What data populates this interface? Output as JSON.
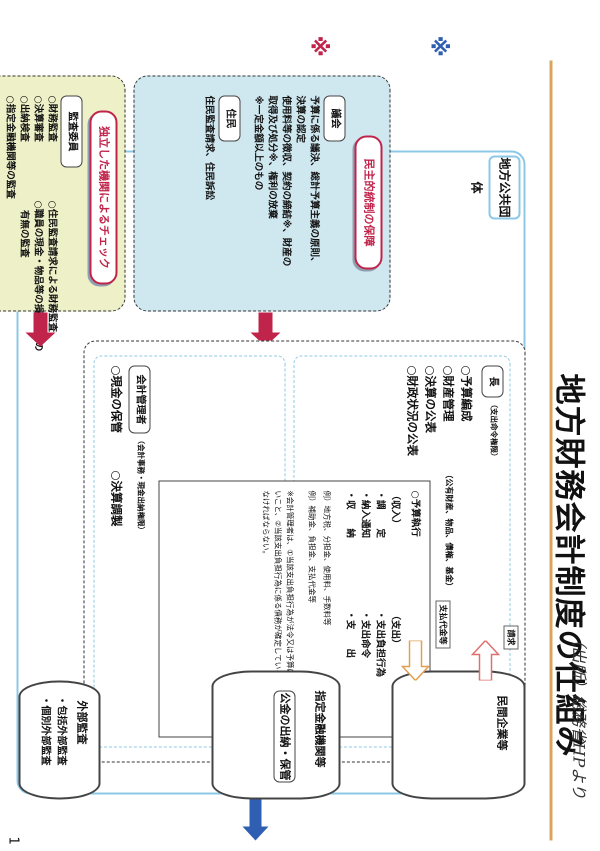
{
  "title": "地方財務会計制度の仕組み",
  "source_note": "（出所）総務省HPより",
  "page_number": "1",
  "star_marks": [
    "※",
    "※"
  ],
  "colors": {
    "accent_red": "#c0244b",
    "frame_blue": "#8cc8e6",
    "blue_arrow": "#2f5fb3",
    "panel_blue": "#cfe7ef",
    "panel_yellow": "#eef0c8"
  },
  "local_gov": {
    "label": "地方公共団体"
  },
  "democratic": {
    "ribbon": "民主的統制の保障",
    "council_tag": "議会",
    "council_lines": [
      "予算に係る議決、総計予算主義の原則、",
      "決算の認定",
      "使用料等の徴収、契約の締結※、財産の",
      "取得及び処分※、権利の放棄",
      "※一定金額以上のもの"
    ],
    "residents_tag": "住民",
    "residents_lines": [
      "住民監査請求、住民訴訟"
    ]
  },
  "independent": {
    "ribbon": "独立した機関によるチェック",
    "auditor_tag": "監査委員",
    "auditor_lines": [
      "○財務監査",
      "○決算審査",
      "○出納検査",
      "○指定金融機関等の監査",
      "○住民監査請求による財務監査",
      "○職員の現金・物品等の損害事実の",
      "　有無の監査"
    ]
  },
  "executive": {
    "head_tag": "長",
    "head_sub": "（支出命令権限）",
    "head_items": [
      "○予算編成",
      "○財産管理",
      "○決算の公表",
      "○財政状況の公表"
    ],
    "head_note": "（公有財産、物品、債権、基金）",
    "accounting_tag": "会計管理者",
    "accounting_sub": "（会計事務・現金出納権限）",
    "accounting_items": [
      "○現金の保管",
      "○決算調製"
    ]
  },
  "budget_exec": {
    "title": "○予算執行",
    "income_head": "（収入）",
    "income_steps": [
      "・調　　定",
      "・納入通知",
      "・収　　納"
    ],
    "expense_head": "（支出）",
    "expense_steps": [
      "・支出負担行為",
      "・支出命令",
      "・支　　出"
    ],
    "example_left": "例）地方税、分担金、使用料、手数料等",
    "example_right": "例）補助金、負担金、支払代金等",
    "note": "※会計管理者は、①当該支出負担行為が法令又は予算に違反していないこと、②当該支出負担行為に係る債務が確定していることを確認しなければならない。"
  },
  "external_audit": {
    "title": "外部監査",
    "items": [
      "・包括外部監査",
      "・個別外部監査"
    ]
  },
  "bank": {
    "title": "指定金融機関等",
    "box": "公金の出納・保管"
  },
  "private": {
    "title": "民間企業等",
    "arrow_payment": "支払代金等",
    "arrow_request": "請求"
  }
}
